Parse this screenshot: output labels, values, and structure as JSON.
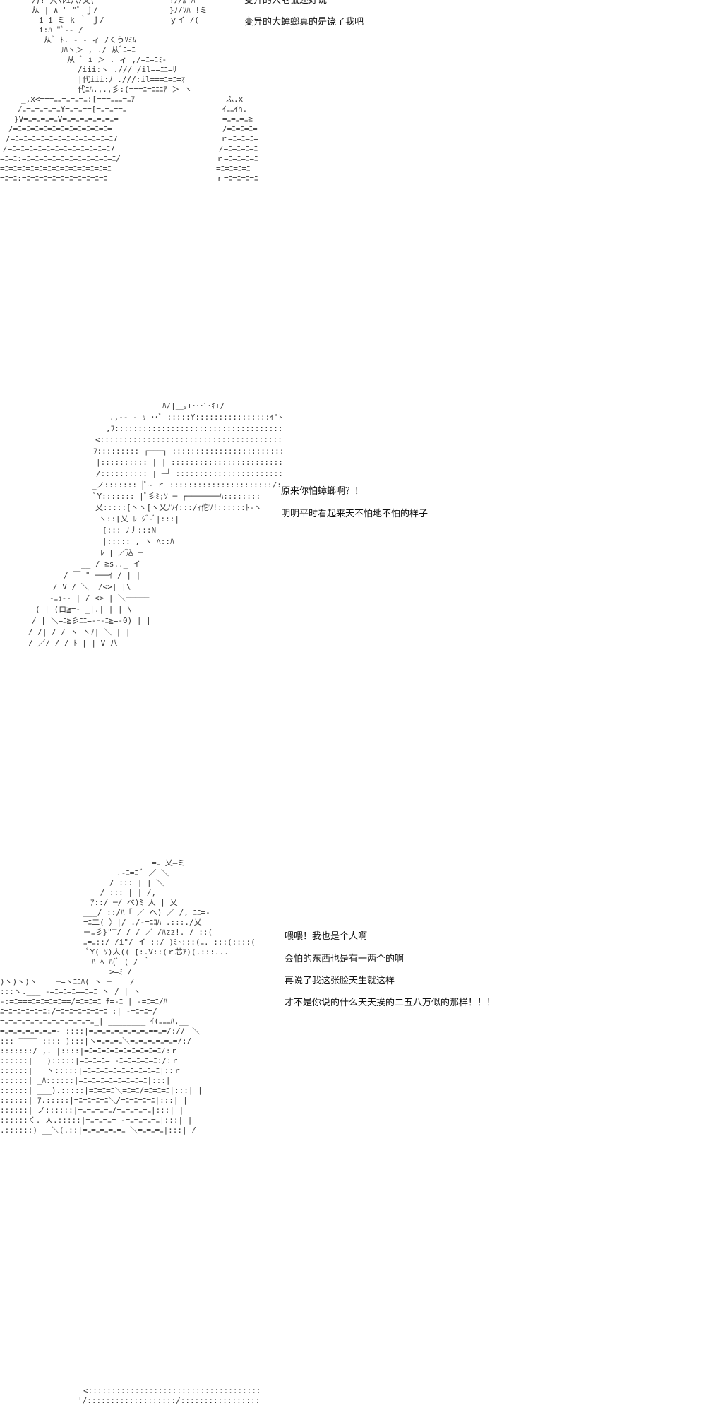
{
  "panels": [
    {
      "dialogue": [
        "变异的大老鼠还好说",
        "变异的大蟑螂真的是饶了我吧"
      ]
    },
    {
      "dialogue": [
        "原来你怕蟑螂啊？！",
        "明明平时看起来天不怕地不怕的样子"
      ]
    },
    {
      "dialogue": [
        "喂喂！我也是个人啊",
        "会怕的东西也是有一两个的啊",
        "再说了我这张脸天生就这样",
        "才不是你说的什么天天挨的二五八万似的那样！！！"
      ]
    }
  ]
}
